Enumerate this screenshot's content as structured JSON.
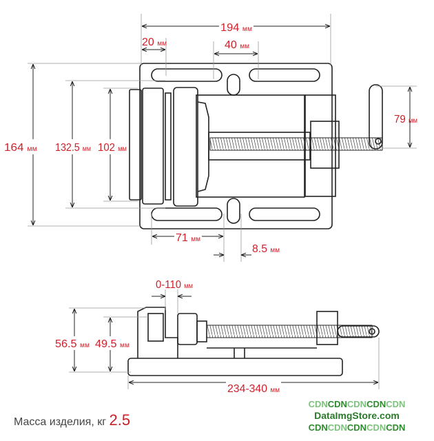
{
  "dimensions": {
    "overall_width": {
      "value": "194",
      "unit": "мм"
    },
    "slot_offset": {
      "value": "20",
      "unit": "мм"
    },
    "slot_spacing": {
      "value": "40",
      "unit": "мм"
    },
    "handle_length": {
      "value": "79",
      "unit": "мм"
    },
    "overall_depth": {
      "value": "164",
      "unit": "мм"
    },
    "jaw_width_outer": {
      "value": "132.5",
      "unit": "мм"
    },
    "jaw_width": {
      "value": "102",
      "unit": "мм"
    },
    "slot_length": {
      "value": "71",
      "unit": "мм"
    },
    "slot_width": {
      "value": "8.5",
      "unit": "мм"
    },
    "jaw_opening": {
      "value": "0-110",
      "unit": "мм"
    },
    "overall_height": {
      "value": "56.5",
      "unit": "мм"
    },
    "jaw_height": {
      "value": "49.5",
      "unit": "мм"
    },
    "overall_length": {
      "value": "234-340",
      "unit": "мм"
    }
  },
  "mass": {
    "label": "Масса изделия, кг",
    "value": "2.5"
  },
  "watermark": {
    "line1a": "CDN",
    "line1b": "CDN",
    "line2": "DataImgStore.com"
  }
}
